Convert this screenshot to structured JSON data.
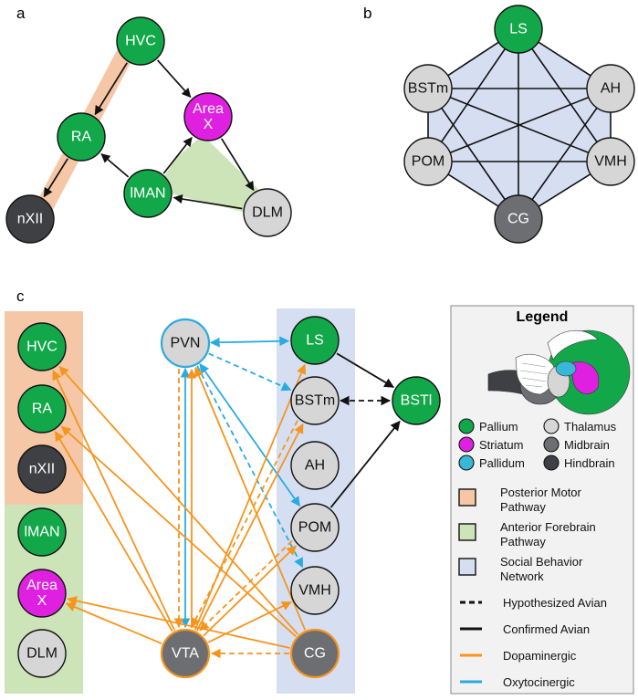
{
  "panels": {
    "a": "a",
    "b": "b",
    "c": "c"
  },
  "colors": {
    "pallium": "#12a84a",
    "striatum": "#e020e0",
    "pallidum": "#39b7d8",
    "thalamus": "#d6d6d6",
    "midbrain": "#6d6e71",
    "hindbrain": "#3f4043",
    "posterior_motor": "#f5c7a6",
    "anterior_forebrain": "#cde4b9",
    "social_behavior": "#d6dff1",
    "dopaminergic": "#f7941d",
    "oxytocinergic": "#29abe2"
  },
  "panel_a": {
    "nodes": [
      {
        "id": "HVC",
        "label": "HVC",
        "type": "pallium"
      },
      {
        "id": "RA",
        "label": "RA",
        "type": "pallium"
      },
      {
        "id": "nXII",
        "label": "nXII",
        "type": "hindbrain"
      },
      {
        "id": "AreaX",
        "label": [
          "Area",
          "X"
        ],
        "type": "striatum"
      },
      {
        "id": "IMAN",
        "label": "lMAN",
        "type": "pallium"
      },
      {
        "id": "DLM",
        "label": "DLM",
        "type": "thalamus"
      }
    ],
    "edges": [
      {
        "from": "HVC",
        "to": "RA"
      },
      {
        "from": "RA",
        "to": "nXII"
      },
      {
        "from": "HVC",
        "to": "AreaX"
      },
      {
        "from": "AreaX",
        "to": "DLM"
      },
      {
        "from": "DLM",
        "to": "IMAN"
      },
      {
        "from": "IMAN",
        "to": "RA"
      },
      {
        "from": "IMAN",
        "to": "AreaX"
      }
    ]
  },
  "panel_b": {
    "nodes": [
      {
        "id": "LS",
        "label": "LS",
        "type": "pallium"
      },
      {
        "id": "AH",
        "label": "AH",
        "type": "thalamus"
      },
      {
        "id": "VMH",
        "label": "VMH",
        "type": "thalamus"
      },
      {
        "id": "CG",
        "label": "CG",
        "type": "midbrain"
      },
      {
        "id": "POM",
        "label": "POM",
        "type": "thalamus"
      },
      {
        "id": "BSTm",
        "label": "BSTm",
        "type": "thalamus"
      }
    ],
    "fully_connected": true
  },
  "panel_c": {
    "nodes": [
      {
        "id": "HVC",
        "label": "HVC",
        "type": "pallium"
      },
      {
        "id": "RA",
        "label": "RA",
        "type": "pallium"
      },
      {
        "id": "nXII",
        "label": "nXII",
        "type": "hindbrain"
      },
      {
        "id": "IMAN",
        "label": "lMAN",
        "type": "pallium"
      },
      {
        "id": "AreaX",
        "label": [
          "Area",
          "X"
        ],
        "type": "striatum"
      },
      {
        "id": "DLM",
        "label": "DLM",
        "type": "thalamus"
      },
      {
        "id": "PVN",
        "label": "PVN",
        "type": "thalamus",
        "outline": "oxytocinergic"
      },
      {
        "id": "VTA",
        "label": "VTA",
        "type": "midbrain",
        "outline": "dopaminergic"
      },
      {
        "id": "LS",
        "label": "LS",
        "type": "pallium"
      },
      {
        "id": "BSTm",
        "label": "BSTm",
        "type": "thalamus"
      },
      {
        "id": "AH",
        "label": "AH",
        "type": "thalamus"
      },
      {
        "id": "POM",
        "label": "POM",
        "type": "thalamus"
      },
      {
        "id": "VMH",
        "label": "VMH",
        "type": "thalamus"
      },
      {
        "id": "CG",
        "label": "CG",
        "type": "midbrain",
        "outline": "dopaminergic"
      },
      {
        "id": "BSTl",
        "label": "BSTl",
        "type": "pallium"
      }
    ],
    "edges": [
      {
        "from": "LS",
        "to": "BSTl",
        "kind": "confirmed"
      },
      {
        "from": "POM",
        "to": "BSTl",
        "kind": "confirmed"
      },
      {
        "from": "BSTm",
        "to": "BSTl",
        "kind": "hypothesized",
        "both": true
      },
      {
        "from": "PVN",
        "to": "LS",
        "kind": "oxy",
        "both": true
      },
      {
        "from": "PVN",
        "to": "BSTm",
        "kind": "oxy",
        "dashed": true
      },
      {
        "from": "PVN",
        "to": "POM",
        "kind": "oxy",
        "both": true
      },
      {
        "from": "PVN",
        "to": "VMH",
        "kind": "oxy",
        "dashed": true
      },
      {
        "from": "PVN",
        "to": "VTA",
        "kind": "oxy",
        "both": true
      },
      {
        "from": "VTA",
        "to": "HVC",
        "kind": "dopa"
      },
      {
        "from": "VTA",
        "to": "RA",
        "kind": "dopa"
      },
      {
        "from": "VTA",
        "to": "AreaX",
        "kind": "dopa"
      },
      {
        "from": "VTA",
        "to": "PVN",
        "kind": "dopa"
      },
      {
        "from": "VTA",
        "to": "LS",
        "kind": "dopa"
      },
      {
        "from": "VTA",
        "to": "BSTm",
        "kind": "dopa"
      },
      {
        "from": "VTA",
        "to": "POM",
        "kind": "dopa"
      },
      {
        "from": "VTA",
        "to": "VMH",
        "kind": "dopa"
      },
      {
        "from": "CG",
        "to": "HVC",
        "kind": "dopa"
      },
      {
        "from": "CG",
        "to": "RA",
        "kind": "dopa"
      },
      {
        "from": "CG",
        "to": "AreaX",
        "kind": "dopa"
      },
      {
        "from": "CG",
        "to": "PVN",
        "kind": "dopa"
      },
      {
        "from": "CG",
        "to": "VTA",
        "kind": "dopa",
        "dashed": true
      },
      {
        "from": "BSTm",
        "to": "VTA",
        "kind": "dopa",
        "dashed": true
      },
      {
        "from": "POM",
        "to": "VTA",
        "kind": "dopa",
        "dashed": true
      },
      {
        "from": "PVN",
        "to": "VTA",
        "kind": "dopa",
        "dashed": true
      }
    ]
  },
  "legend": {
    "title": "Legend",
    "regions": [
      {
        "label": "Pallium",
        "type": "pallium"
      },
      {
        "label": "Thalamus",
        "type": "thalamus"
      },
      {
        "label": "Striatum",
        "type": "striatum"
      },
      {
        "label": "Midbrain",
        "type": "midbrain"
      },
      {
        "label": "Pallidum",
        "type": "pallidum"
      },
      {
        "label": "Hindbrain",
        "type": "hindbrain"
      }
    ],
    "pathways": [
      {
        "label": [
          "Posterior Motor",
          "Pathway"
        ],
        "color": "posterior_motor"
      },
      {
        "label": [
          "Anterior Forebrain",
          "Pathway"
        ],
        "color": "anterior_forebrain"
      },
      {
        "label": [
          "Social Behavior",
          "Network"
        ],
        "color": "social_behavior"
      }
    ],
    "lines": [
      {
        "label": "Hypothesized Avian",
        "style": "dashed-black"
      },
      {
        "label": "Confirmed Avian",
        "style": "solid-black"
      },
      {
        "label": "Dopaminergic",
        "style": "solid-orange"
      },
      {
        "label": "Oxytocinergic",
        "style": "solid-blue"
      }
    ]
  }
}
